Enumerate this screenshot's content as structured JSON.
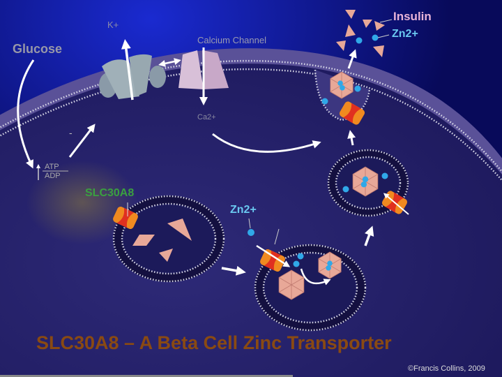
{
  "labels": {
    "glucose": "Glucose",
    "k_ion": "K+",
    "calcium_channel": "Calcium Channel",
    "ca_ion": "Ca2+",
    "atp": "ATP",
    "adp": "ADP",
    "minus": "-",
    "insulin": "Insulin",
    "zn_top": "Zn2+",
    "zn_mid": "Zn2+",
    "slc30a8": "SLC30A8"
  },
  "title": "SLC30A8 – A Beta Cell Zinc Transporter",
  "copyright": "©Francis Collins, 2009",
  "colors": {
    "background": "#0a0a5a",
    "cell_interior": "#252066",
    "membrane": "#5a5198",
    "transporter": "#f08a20",
    "transporter_core": "#e03020",
    "insulin": "#e8a898",
    "zinc": "#30a8e8",
    "title": "#8a4a12",
    "slc_label": "#3aa040"
  }
}
